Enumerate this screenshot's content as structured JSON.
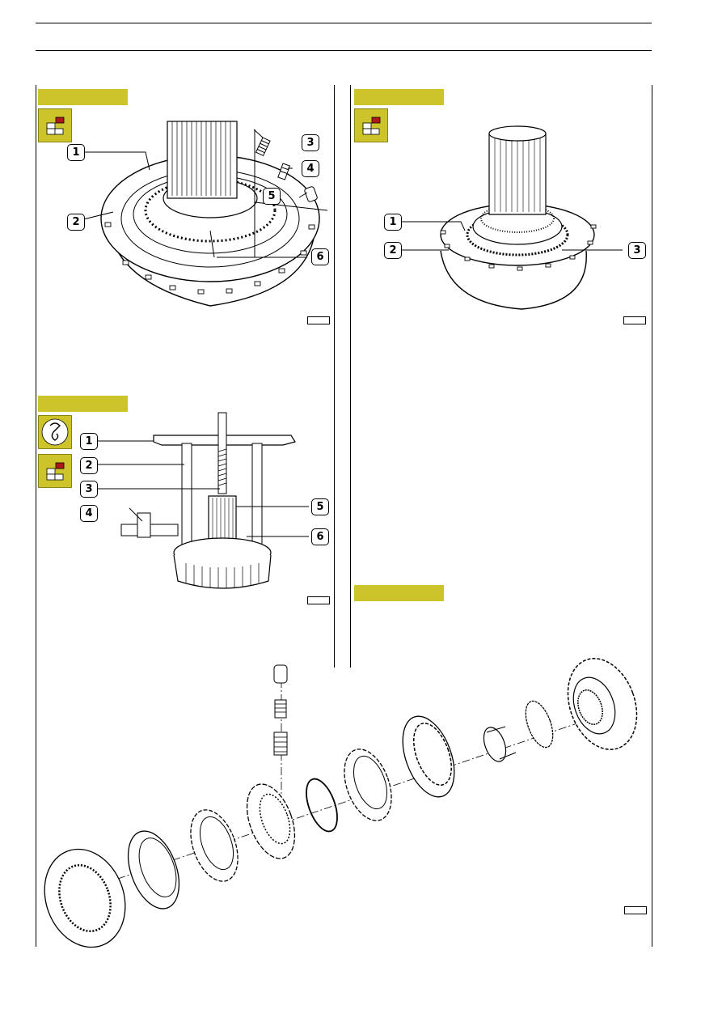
{
  "colors": {
    "tab": "#cdc32a",
    "icon_red": "#b01818",
    "line": "#000000"
  },
  "icons": [
    "assembly-icon",
    "puller-tool-icon"
  ],
  "figure1": {
    "callouts": [
      "1",
      "2",
      "3",
      "4",
      "5",
      "6"
    ]
  },
  "figure2": {
    "callouts": [
      "1",
      "2",
      "3"
    ]
  },
  "figure3": {
    "callouts": [
      "1",
      "2",
      "3",
      "4",
      "5",
      "6"
    ]
  }
}
